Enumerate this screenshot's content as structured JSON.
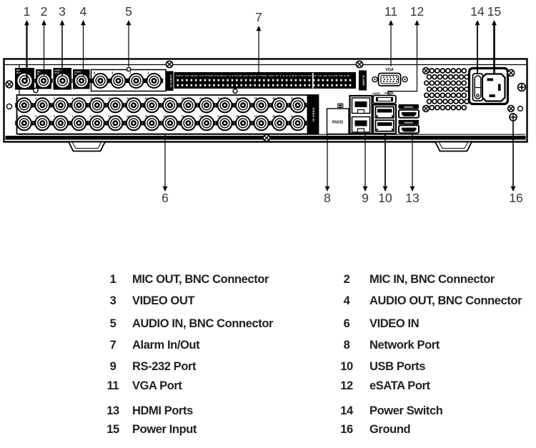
{
  "panel": {
    "labels": {
      "mic_out": "MIC OUT",
      "mic_in": "MIC IN",
      "video_out": "VIDEO OUT",
      "audio_out": "AUDIO OUT",
      "audio_in": "AUDIO IN",
      "alarm": "ALARM",
      "video_in": "VIDEO IN",
      "vga": "VGA",
      "rs232": "RS232",
      "esata": "eSATA",
      "hdmi1": "HDMI1",
      "hdmi2": "HDMI2"
    },
    "audio_in_numbers": [
      "4",
      "3",
      "2",
      "1"
    ],
    "video_in_top_numbers": [
      "2",
      "4",
      "6",
      "8",
      "10",
      "12",
      "14",
      "16",
      "18",
      "20",
      "22",
      "24",
      "26",
      "28",
      "30",
      "32"
    ],
    "video_in_bottom_numbers": [
      "1",
      "3",
      "5",
      "7",
      "9",
      "11",
      "13",
      "15",
      "17",
      "19",
      "21",
      "23",
      "25",
      "27",
      "29",
      "31"
    ],
    "alarm_strip_markings": "NO1 C1 NO2 C2 NO3 C3 NO4 C4 NO5 C5 NC5 CTRL 12V P 1 2 3 4 5 6 7 8 9 10 11 12 13 14 15 16 A B"
  },
  "callouts": {
    "top": [
      "1",
      "2",
      "3",
      "4",
      "5",
      "7",
      "11",
      "12",
      "14",
      "15"
    ],
    "bottom": [
      "6",
      "8",
      "9",
      "10",
      "13",
      "16"
    ]
  },
  "legend": {
    "items": [
      {
        "num": "1",
        "label": "MIC OUT, BNC Connector"
      },
      {
        "num": "2",
        "label": "MIC IN, BNC Connector"
      },
      {
        "num": "3",
        "label": "VIDEO OUT"
      },
      {
        "num": "4",
        "label": "AUDIO OUT, BNC Connector"
      },
      {
        "num": "5",
        "label": "AUDIO IN, BNC Connector"
      },
      {
        "num": "6",
        "label": "VIDEO IN"
      },
      {
        "num": "7",
        "label": "Alarm In/Out"
      },
      {
        "num": "8",
        "label": "Network Port"
      },
      {
        "num": "9",
        "label": "RS-232 Port"
      },
      {
        "num": "10",
        "label": "USB Ports"
      },
      {
        "num": "11",
        "label": "VGA Port"
      },
      {
        "num": "12",
        "label": "eSATA Port"
      },
      {
        "num": "13",
        "label": "HDMI Ports"
      },
      {
        "num": "14",
        "label": "Power Switch"
      },
      {
        "num": "15",
        "label": "Power Input"
      },
      {
        "num": "16",
        "label": "Ground"
      }
    ]
  },
  "colors": {
    "line": "#000000",
    "panel_fill": "#ffffff",
    "label_fill": "#000000",
    "legend_text": "#232021",
    "callout_text": "#3a373a"
  }
}
